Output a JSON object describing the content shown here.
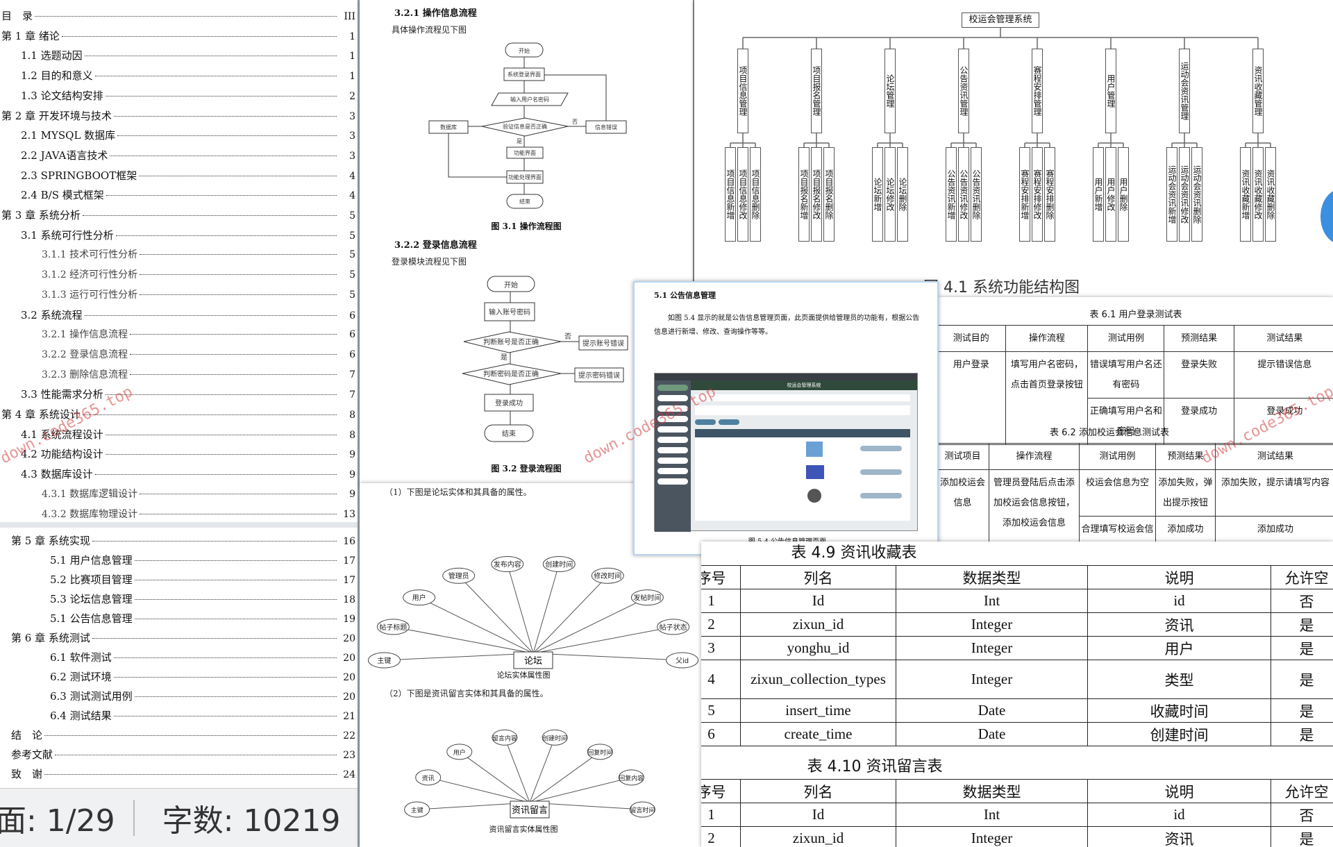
{
  "toc": {
    "items": [
      {
        "t": "目　录",
        "p": "III",
        "lvl": 0
      },
      {
        "t": "第 1 章  绪论",
        "p": "1",
        "lvl": 0
      },
      {
        "t": "1.1 选题动因",
        "p": "1",
        "lvl": 1
      },
      {
        "t": "1.2 目的和意义",
        "p": "1",
        "lvl": 1
      },
      {
        "t": "1.3 论文结构安排",
        "p": "2",
        "lvl": 1
      },
      {
        "t": "第 2 章  开发环境与技术",
        "p": "3",
        "lvl": 0
      },
      {
        "t": "2.1 MYSQL 数据库",
        "p": "3",
        "lvl": 1
      },
      {
        "t": "2.2 JAVA语言技术",
        "p": "3",
        "lvl": 1
      },
      {
        "t": "2.3 SPRINGBOOT框架",
        "p": "4",
        "lvl": 1
      },
      {
        "t": "2.4 B/S 模式框架",
        "p": "4",
        "lvl": 1
      },
      {
        "t": "第 3 章  系统分析",
        "p": "5",
        "lvl": 0
      },
      {
        "t": "3.1 系统可行性分析",
        "p": "5",
        "lvl": 1
      },
      {
        "t": "3.1.1 技术可行性分析",
        "p": "5",
        "lvl": 2
      },
      {
        "t": "3.1.2 经济可行性分析",
        "p": "5",
        "lvl": 2
      },
      {
        "t": "3.1.3 运行可行性分析",
        "p": "5",
        "lvl": 2
      },
      {
        "t": "3.2 系统流程",
        "p": "6",
        "lvl": 1
      },
      {
        "t": "3.2.1 操作信息流程",
        "p": "6",
        "lvl": 2
      },
      {
        "t": "3.2.2 登录信息流程",
        "p": "6",
        "lvl": 2
      },
      {
        "t": "3.2.3 删除信息流程",
        "p": "7",
        "lvl": 2
      },
      {
        "t": "3.3 性能需求分析",
        "p": "7",
        "lvl": 1
      },
      {
        "t": "第 4 章  系统设计",
        "p": "8",
        "lvl": 0
      },
      {
        "t": "4.1 系统流程设计",
        "p": "8",
        "lvl": 1
      },
      {
        "t": "4.2 功能结构设计",
        "p": "9",
        "lvl": 1
      },
      {
        "t": "4.3 数据库设计",
        "p": "9",
        "lvl": 1
      },
      {
        "t": "4.3.1 数据库逻辑设计",
        "p": "9",
        "lvl": 2
      },
      {
        "t": "4.3.2 数据库物理设计",
        "p": "13",
        "lvl": 2
      }
    ],
    "items2": [
      {
        "t": "第 5 章  系统实现",
        "p": "16",
        "lvl": 0
      },
      {
        "t": "5.1 用户信息管理",
        "p": "17",
        "lvl": 2
      },
      {
        "t": "5.2  比赛项目管理",
        "p": "17",
        "lvl": 2
      },
      {
        "t": "5.3 论坛信息管理",
        "p": "18",
        "lvl": 2
      },
      {
        "t": "5.1 公告信息管理",
        "p": "19",
        "lvl": 2
      },
      {
        "t": "第 6 章  系统测试",
        "p": "20",
        "lvl": 0
      },
      {
        "t": "6.1 软件测试",
        "p": "20",
        "lvl": 2
      },
      {
        "t": "6.2 测试环境",
        "p": "20",
        "lvl": 2
      },
      {
        "t": "6.3 测试测试用例",
        "p": "20",
        "lvl": 2
      },
      {
        "t": "6.4 测试结果",
        "p": "21",
        "lvl": 2
      },
      {
        "t": "结　论",
        "p": "22",
        "lvl": 0
      },
      {
        "t": "参考文献",
        "p": "23",
        "lvl": 0
      },
      {
        "t": "致　谢",
        "p": "24",
        "lvl": 0
      }
    ]
  },
  "status": {
    "page": "面: 1/29",
    "words": "字数: 10219"
  },
  "mid": {
    "h1": "3.2.1  操作信息流程",
    "p1": "具体操作流程见下图",
    "flow1": {
      "start": "开始",
      "login_page": "系统登录界面",
      "input": "输入用户名密码",
      "check": "验证信息是否正确",
      "db": "数据库",
      "err": "信息错误",
      "func": "功能界面",
      "proc": "功能处理界面",
      "end": "结束",
      "yes": "是",
      "no": "否"
    },
    "cap1": "图 3.1  操作流程图",
    "h2": "3.2.2  登录信息流程",
    "p2": "登录模块流程见下图",
    "flow2": {
      "start": "开始",
      "input": "输入账号密码",
      "check1": "判断账号是否正确",
      "err1": "提示账号错误",
      "check2": "判断密码是否正确",
      "err2": "提示密码错误",
      "ok": "登录成功",
      "end": "结束",
      "yes": "是",
      "no": "否"
    },
    "cap2": "图 3.2  登录流程图",
    "p3": "（1）下图是论坛实体和其具备的属性。",
    "er1": {
      "center": "论坛",
      "attrs": [
        "主键",
        "帖子标题",
        "用户",
        "管理员",
        "发布内容",
        "创建时间",
        "修改时间",
        "发帖时间",
        "帖子状态",
        "父id"
      ]
    },
    "cap3": "论坛实体属性图",
    "p4": "（2）下图是资讯留言实体和其具备的属性。",
    "er2": {
      "center": "资讯留言",
      "attrs": [
        "主键",
        "资讯",
        "用户",
        "留言内容",
        "创建时间",
        "回复时间",
        "回复内容",
        "留言时间"
      ]
    },
    "cap4": "资讯留言实体属性图"
  },
  "org": {
    "root": "校运会管理系统",
    "groups": [
      {
        "name": "项目信息管理",
        "subs": [
          "项目信息新增",
          "项目信息修改",
          "项目信息删除"
        ]
      },
      {
        "name": "项目报名管理",
        "subs": [
          "项目报名新增",
          "项目报名修改",
          "项目报名删除"
        ]
      },
      {
        "name": "论坛管理",
        "subs": [
          "论坛新增",
          "论坛修改",
          "论坛删除"
        ]
      },
      {
        "name": "公告资讯管理",
        "subs": [
          "公告资讯新增",
          "公告资讯修改",
          "公告资讯删除"
        ]
      },
      {
        "name": "赛程安排管理",
        "subs": [
          "赛程安排新增",
          "赛程安排修改",
          "赛程安排删除"
        ]
      },
      {
        "name": "用户管理",
        "subs": [
          "用户新增",
          "用户修改",
          "用户删除"
        ]
      },
      {
        "name": "运动会资讯管理",
        "subs": [
          "运动会资讯新增",
          "运动会资讯修改",
          "运动会资讯删除"
        ]
      },
      {
        "name": "资讯收藏管理",
        "subs": [
          "资讯收藏新增",
          "资讯收藏修改",
          "资讯收藏删除"
        ]
      }
    ],
    "caption": "图 4.1  系统功能结构图"
  },
  "scr": {
    "heading": "5.1 公告信息管理",
    "para": "如图 5.4 显示的就是公告信息管理页面，此页面提供给管理员的功能有，根据公告信息进行新增、修改、查询操作等等。",
    "app_title": "校运会管理系统",
    "caption": "图 5.4  公告信息管理页面"
  },
  "t61": {
    "title": "表 6.1   用户登录测试表",
    "headers": [
      "测试目的",
      "操作流程",
      "测试用例",
      "预测结果",
      "测试结果"
    ],
    "r1": [
      "用户登录",
      "填写用户名密码，点击首页登录按钮",
      "错误填写用户名还有密码",
      "登录失败",
      "提示错误信息"
    ],
    "r2": [
      "正确填写用户名和密码",
      "登录成功",
      "登录成功"
    ],
    "title2": "表 6.2 添加校运会信息测试表",
    "headers2": [
      "测试项目",
      "操作流程",
      "测试用例",
      "预测结果",
      "测试结果"
    ],
    "r3": [
      "添加校运会信息",
      "管理员登陆后点击添加校运会信息按钮，添加校运会信息",
      "校运会信息为空",
      "添加失败，弹出提示按钮",
      "添加失败，提示请填写内容"
    ],
    "r4": [
      "合理填写校运会信息",
      "添加成功",
      "添加成功"
    ]
  },
  "t49": {
    "title": "表 4.9 资讯收藏表",
    "headers": [
      "序号",
      "列名",
      "数据类型",
      "说明",
      "允许空"
    ],
    "rows": [
      [
        "1",
        "Id",
        "Int",
        "id",
        "否"
      ],
      [
        "2",
        "zixun_id",
        "Integer",
        "资讯",
        "是"
      ],
      [
        "3",
        "yonghu_id",
        "Integer",
        "用户",
        "是"
      ],
      [
        "4",
        "zixun_collection_types",
        "Integer",
        "类型",
        "是"
      ],
      [
        "5",
        "insert_time",
        "Date",
        "收藏时间",
        "是"
      ],
      [
        "6",
        "create_time",
        "Date",
        "创建时间",
        "是"
      ]
    ],
    "title2": "表 4.10 资讯留言表",
    "headers2": [
      "序号",
      "列名",
      "数据类型",
      "说明",
      "允许空"
    ],
    "rows2": [
      [
        "1",
        "Id",
        "Int",
        "id",
        "否"
      ],
      [
        "2",
        "zixun_id",
        "Integer",
        "资讯",
        "是"
      ]
    ]
  },
  "watermark": "down.code365.top"
}
